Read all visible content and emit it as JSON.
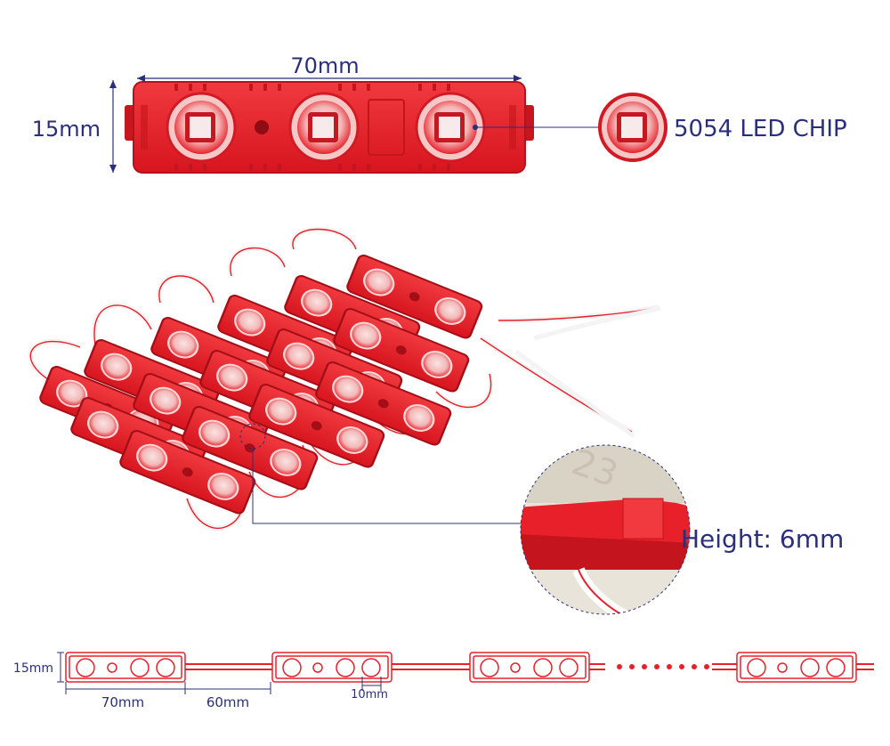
{
  "top_dims": {
    "width_label": "70mm",
    "height_label": "15mm",
    "chip_label": "5054 LED CHIP"
  },
  "detail": {
    "height_label": "Height: 6mm"
  },
  "bottom_dims": {
    "height_label": "15mm",
    "length_label": "70mm",
    "gap_label": "60mm",
    "hole_label": "10mm"
  },
  "colors": {
    "module_red": "#e8202a",
    "module_dark": "#b5121b",
    "wire": "#ffffff",
    "wire_stripe": "#e8202a",
    "label_blue": "#2b2f7a"
  }
}
